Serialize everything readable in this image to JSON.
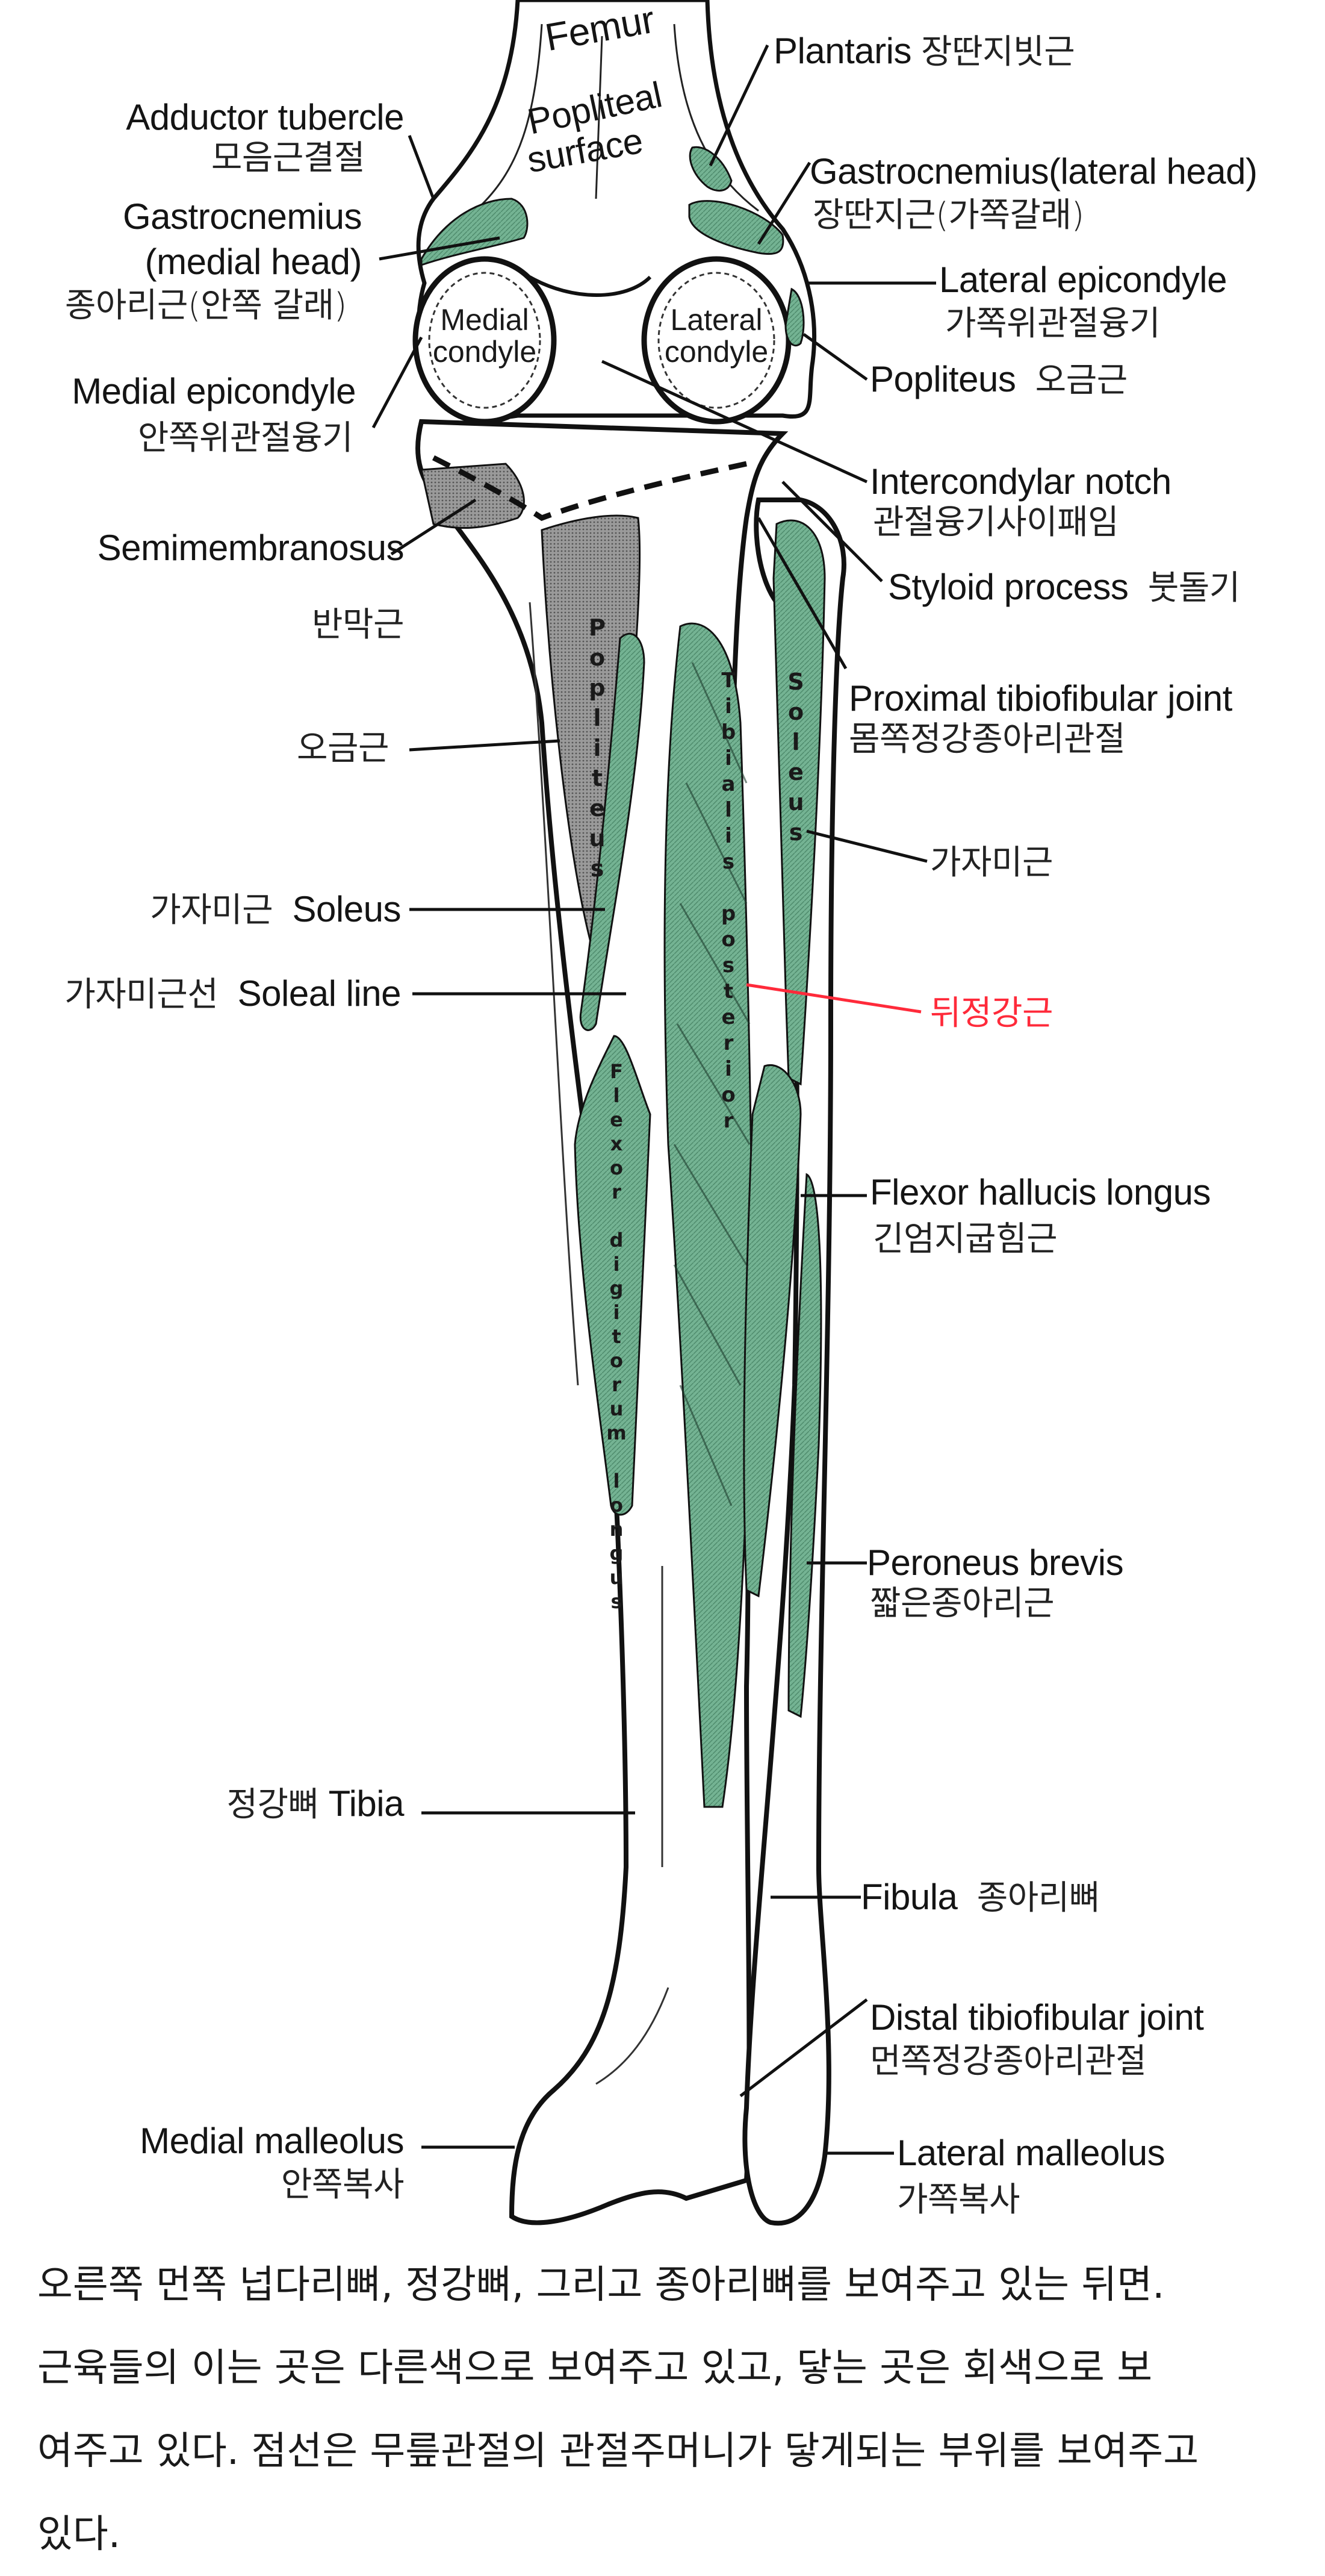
{
  "colors": {
    "muscle_origin": "#74b393",
    "muscle_insertion": "#8c8c8c",
    "highlight_label": "#ff2a3a",
    "outline": "#111111"
  },
  "structures": {
    "femur": "Femur",
    "popliteal_surface": [
      "Popliteal",
      "surface"
    ],
    "medial_condyle": [
      "Medial",
      "condyle"
    ],
    "lateral_condyle": [
      "Lateral",
      "condyle"
    ]
  },
  "muscle_text": {
    "popliteus": "Popliteus",
    "soleus": "Soleus",
    "tibialis_posterior": "Tibialis posterior",
    "flexor_digitorum_longus": "Flexor digitorum longus"
  },
  "labels_left": [
    {
      "en": "Adductor tubercle",
      "ko": "모음근결절"
    },
    {
      "en": [
        "Gastrocnemius",
        "(medial head)"
      ],
      "ko": "종아리근(안쪽 갈래)"
    },
    {
      "en": "Medial epicondyle",
      "ko": "안쪽위관절융기"
    },
    {
      "en": "Semimembranosus",
      "ko": "반막근"
    },
    {
      "ko": "오금근"
    },
    {
      "ko": "가자미근",
      "en": "Soleus"
    },
    {
      "ko": "가자미근선",
      "en": "Soleal line"
    },
    {
      "ko": "정강뼈",
      "en": "Tibia"
    },
    {
      "en": "Medial malleolus",
      "ko": "안쪽복사"
    }
  ],
  "labels_right": [
    {
      "en": "Plantaris",
      "ko": "장딴지빗근"
    },
    {
      "en": "Gastrocnemius(lateral head)",
      "ko": "장딴지근(가쪽갈래)"
    },
    {
      "en": "Lateral epicondyle",
      "ko": "가쪽위관절융기"
    },
    {
      "en": "Popliteus",
      "ko": "오금근"
    },
    {
      "en": "Intercondylar notch",
      "ko": "관절융기사이패임"
    },
    {
      "en": "Styloid process",
      "ko": "붓돌기"
    },
    {
      "en": "Proximal tibiofibular joint",
      "ko": "몸쪽정강종아리관절"
    },
    {
      "ko": "가자미근"
    },
    {
      "ko": "뒤정강근",
      "highlight": true
    },
    {
      "en": "Flexor hallucis longus",
      "ko": "긴엄지굽힘근"
    },
    {
      "en": "Peroneus brevis",
      "ko": "짧은종아리근"
    },
    {
      "en": "Fibula",
      "ko": "종아리뼈"
    },
    {
      "en": "Distal tibiofibular joint",
      "ko": "먼쪽정강종아리관절"
    },
    {
      "en": "Lateral malleolus",
      "ko": "가쪽복사"
    }
  ],
  "caption": [
    "오른쪽 먼쪽 넙다리뼈, 정강뼈, 그리고 종아리뼈를 보여주고  있는 뒤면.",
    "근육들의 이는 곳은 다른색으로 보여주고 있고, 닿는 곳은 회색으로  보",
    "여주고 있다. 점선은 무릎관절의 관절주머니가 닿게되는 부위를  보여주고",
    "있다."
  ]
}
